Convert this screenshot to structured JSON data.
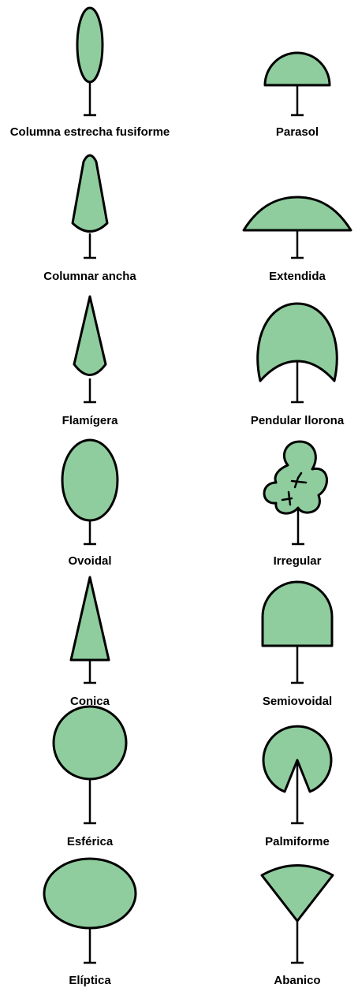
{
  "colors": {
    "crown_fill": "#8fcd9e",
    "outline": "#000000",
    "background": "#ffffff"
  },
  "shapes": [
    {
      "id": "columna-estrecha-fusiforme",
      "label": "Columna estrecha fusiforme"
    },
    {
      "id": "parasol",
      "label": "Parasol"
    },
    {
      "id": "columnar-ancha",
      "label": "Columnar ancha"
    },
    {
      "id": "extendida",
      "label": "Extendida"
    },
    {
      "id": "flamigera",
      "label": "Flamígera"
    },
    {
      "id": "pendular-llorona",
      "label": "Pendular llorona"
    },
    {
      "id": "ovoidal",
      "label": "Ovoidal"
    },
    {
      "id": "irregular",
      "label": "Irregular"
    },
    {
      "id": "conica",
      "label": "Conica"
    },
    {
      "id": "semiovoidal",
      "label": "Semiovoidal"
    },
    {
      "id": "esferica",
      "label": "Esférica"
    },
    {
      "id": "palmiforme",
      "label": "Palmiforme"
    },
    {
      "id": "eliptica",
      "label": "Elíptica"
    },
    {
      "id": "abanico",
      "label": "Abanico"
    }
  ]
}
